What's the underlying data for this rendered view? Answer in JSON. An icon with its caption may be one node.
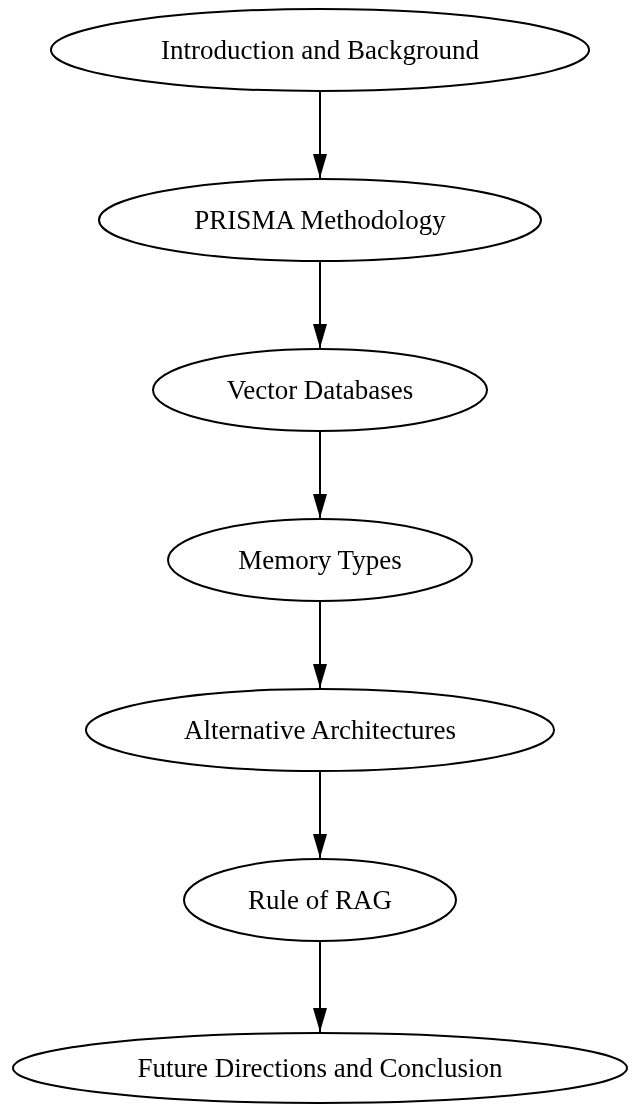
{
  "diagram": {
    "nodes": [
      {
        "text": [
          "Introduction and Background"
        ]
      },
      {
        "text": [
          "PRISMA Methodology"
        ]
      },
      {
        "text": [
          "Vector Databases"
        ]
      },
      {
        "text": [
          "Memory Types"
        ]
      },
      {
        "text": [
          "Alternative Architectures"
        ]
      },
      {
        "text": [
          "Rule of RAG"
        ]
      },
      {
        "text": [
          "Future Directions and Conclusion"
        ]
      }
    ],
    "edges": [
      {
        "from": 0,
        "to": 1,
        "arrow": "to"
      },
      {
        "from": 1,
        "to": 2,
        "arrow": "to"
      },
      {
        "from": 2,
        "to": 3,
        "arrow": "to"
      },
      {
        "from": 3,
        "to": 4,
        "arrow": "to"
      },
      {
        "from": 4,
        "to": 5,
        "arrow": "to"
      },
      {
        "from": 5,
        "to": 6,
        "arrow": "to"
      }
    ]
  }
}
